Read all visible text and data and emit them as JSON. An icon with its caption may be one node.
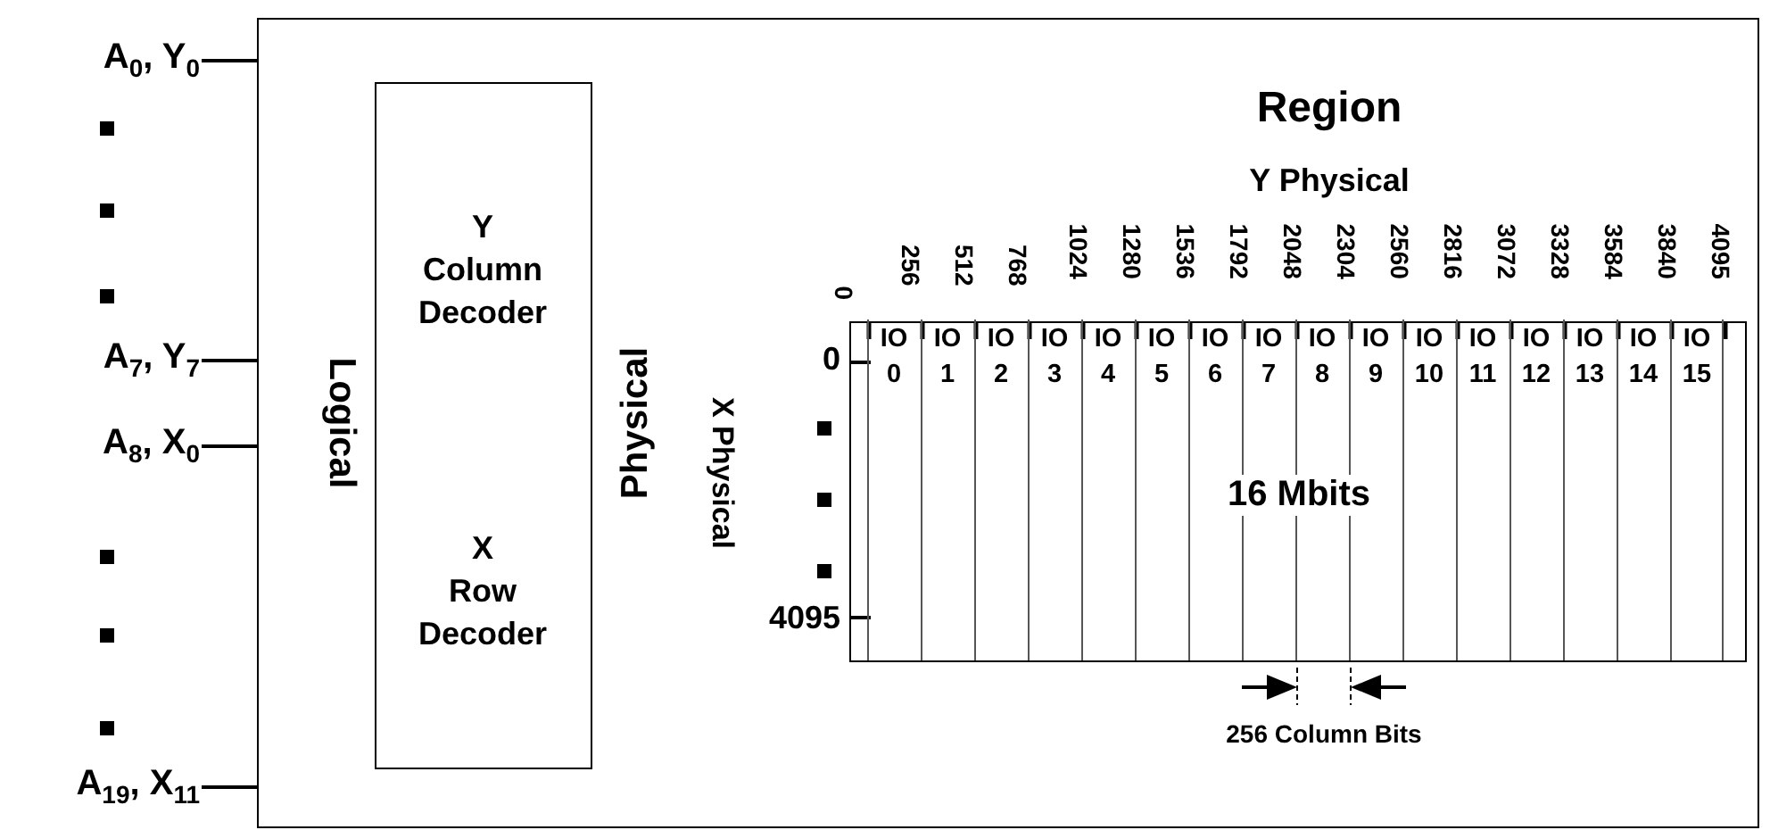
{
  "diagram": {
    "nodes": [
      {
        "text": [],
        "shape": "box"
      },
      {
        "text": [
          "Y Column Decoder",
          "X Row Decoder"
        ],
        "in": 0
      },
      {
        "text": [],
        "shape": "box",
        "in": 0
      },
      {
        "text": [
          "IO 0"
        ],
        "in": 2
      },
      {
        "text": [
          "IO 1"
        ],
        "in": 2
      },
      {
        "text": [
          "IO 2"
        ],
        "in": 2
      },
      {
        "text": [
          "IO 3"
        ],
        "in": 2
      },
      {
        "text": [
          "IO 4"
        ],
        "in": 2
      },
      {
        "text": [
          "IO 5"
        ],
        "in": 2
      },
      {
        "text": [
          "IO 6"
        ],
        "in": 2
      },
      {
        "text": [
          "IO 7"
        ],
        "in": 2
      },
      {
        "text": [
          "IO 8"
        ],
        "in": 2
      },
      {
        "text": [
          "IO 9"
        ],
        "in": 2
      },
      {
        "text": [
          "IO 10"
        ],
        "in": 2
      },
      {
        "text": [
          "IO 11"
        ],
        "in": 2
      },
      {
        "text": [
          "IO 12"
        ],
        "in": 2
      },
      {
        "text": [
          "IO 13"
        ],
        "in": 2
      },
      {
        "text": [
          "IO 14"
        ],
        "in": 2
      },
      {
        "text": [
          "IO 15"
        ],
        "in": 2
      },
      {
        "text": [
          "A$_{0}$, Y$_{0}$"
        ]
      },
      {
        "text": [
          "A$_{7}$, Y$_{7}$"
        ]
      },
      {
        "text": [
          "A$_{8}$, X$_{0}$"
        ]
      },
      {
        "text": [
          "A$_{19}$, X$_{11}$"
        ]
      }
    ],
    "edges": [
      {
        "from": 19,
        "to": 0,
        "arrow": "none"
      },
      {
        "from": 20,
        "to": 0,
        "arrow": "none"
      },
      {
        "from": 21,
        "to": 0,
        "arrow": "none"
      },
      {
        "from": 22,
        "to": 0,
        "arrow": "none"
      }
    ],
    "labels": [
      "Logical",
      "Physical",
      "Region",
      "Y Physical",
      "0",
      "256",
      "512",
      "768",
      "1024",
      "1280",
      "1536",
      "1792",
      "2048",
      "2304",
      "2560",
      "2816",
      "3072",
      "3328",
      "3584",
      "3840",
      "4095",
      "X Physical",
      "0",
      "4095",
      "16 Mbits",
      "256 Column Bits"
    ]
  }
}
